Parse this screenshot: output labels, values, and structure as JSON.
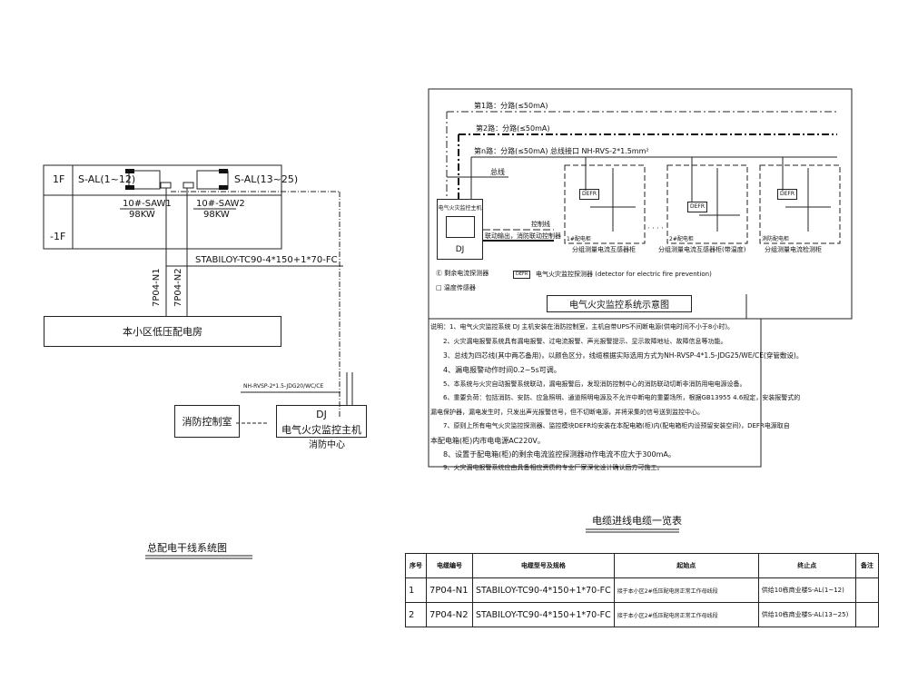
{
  "left_diagram": {
    "floors": [
      "1F",
      "-1F"
    ],
    "bus_left": "S-AL(1~12)",
    "bus_right": "S-AL(13~25)",
    "saw1": {
      "name": "10#-SAW1",
      "power": "98KW"
    },
    "saw2": {
      "name": "10#-SAW2",
      "power": "98KW"
    },
    "cable_spec": "STABILOY-TC90-4*150+1*70-FC",
    "feeder1": "7P04-N1",
    "feeder2": "7P04-N2",
    "substation": "本小区低压配电房",
    "control_line": "NH-RVSP-2*1.5-JDG20/WC/CE",
    "fire_control_room": "消防控制室",
    "monitor_code": "DJ",
    "monitor_name": "电气火灾监控主机",
    "monitor_location": "消防中心",
    "title": "总配电干线系统图"
  },
  "right_diagram": {
    "loop1": "第1路：分路(≤50mA)",
    "loop2": "第2路：分路(≤50mA)",
    "loop3": "第n路：分路(≤50mA)  总线接口 NH-RVS-2*1.5mm²",
    "bus": "总线",
    "host_label": "电气火灾监控主机",
    "host_code": "DJ",
    "control_out": "控制线",
    "linkage_out": "联动输出，消防联动控制器",
    "cabinets": [
      {
        "tag": "1#配电柜",
        "detector": "DEFR",
        "caption": "分组测量电流互感器柜"
      },
      {
        "tag": "2#配电柜",
        "detector": "DEFR",
        "caption": "分组测量电流互感器柜(带温度)"
      },
      {
        "tag": "消防配电柜",
        "detector": "DEFR",
        "caption": "分组测量电流检测柜"
      }
    ],
    "ellipsis": "· · · ·",
    "legend_residual": "剩余电流探测器",
    "legend_defr_tag": "DEFR",
    "legend_defr": "电气火灾监控探测器 (detector for electric fire prevention)",
    "legend_temp": "温度传感器",
    "title": "电气火灾监控系统示意图"
  },
  "notes": [
    "说明：1、电气火灾监控系统 DJ 主机安装在消防控制室，主机自带UPS不间断电源(供电时间不小于8小时)。",
    "2、火灾漏电报警系统具有漏电报警、过电流报警、声光报警提示、显示故障地址、故障信息等功能。",
    "3、总线为四芯线(其中两芯备用)，以颜色区分，线缆根据实际选用方式为NH-RVSP-4*1.5-JDG25/WE/CE(穿管敷设)。",
    "4、漏电报警动作时间0.2~5s可调。",
    "5、本系统与火灾自动报警系统联动，漏电报警后，发现消防控制中心的消防联动切断非消防用电电源设备。",
    "6、重要负荷：包括消防、安防、应急照明、通道照明电源及不允许中断电的重要场所，根据GB13955 4.6规定，安装报警式的",
    "漏电保护器，漏电发生时，只发出声光报警信号，但不切断电源，并将采集的信号送到监控中心。",
    "7、原则上所有电气火灾监控探测器、监控模块DEFR均安装在本配电箱(柜)内(配电箱柜内设预留安装空间)，DEFR电源取自",
    "本配电箱(柜)内市电电源AC220V。",
    "8、设置于配电箱(柜)的剩余电流监控探测器动作电流不应大于300mA。",
    "9、火灾漏电报警系统应由具备相应资质的专业厂家深化设计确认后方可施工。"
  ],
  "cable_table": {
    "title": "电缆进线电缆一览表",
    "headers": [
      "序号",
      "电缆编号",
      "电缆型号及规格",
      "起始点",
      "终止点",
      "备注"
    ],
    "rows": [
      [
        "1",
        "7P04-N1",
        "STABILOY-TC90-4*150+1*70-FC",
        "接于本小区2#低压配电房正常工作母线段",
        "供给10栋商业楼S-AL(1~12)",
        ""
      ],
      [
        "2",
        "7P04-N2",
        "STABILOY-TC90-4*150+1*70-FC",
        "接于本小区2#低压配电房正常工作母线段",
        "供给10栋商业楼S-AL(13~25)",
        ""
      ]
    ]
  }
}
